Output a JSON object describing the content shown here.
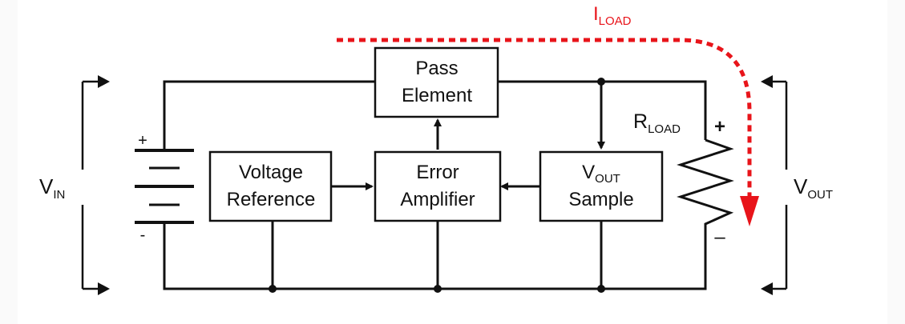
{
  "diagram": {
    "load_current": {
      "main": "I",
      "sub": "LOAD"
    },
    "blocks": {
      "pass_element": [
        "Pass",
        "Element"
      ],
      "voltage_reference": [
        "Voltage",
        "Reference"
      ],
      "error_amplifier": [
        "Error",
        "Amplifier"
      ],
      "vout_sample": {
        "main": "V",
        "sub": "OUT",
        "line2": "Sample"
      }
    },
    "input_voltage": {
      "main": "V",
      "sub": "IN"
    },
    "output_voltage": {
      "main": "V",
      "sub": "OUT"
    },
    "load_resistor": {
      "main": "R",
      "sub": "LOAD"
    },
    "battery_polarity": {
      "plus": "+",
      "minus": "-"
    },
    "load_polarity": {
      "plus": "+",
      "minus": "–"
    },
    "colors": {
      "wire": "#111111",
      "current": "#e8141a",
      "background": "#ffffff"
    }
  }
}
